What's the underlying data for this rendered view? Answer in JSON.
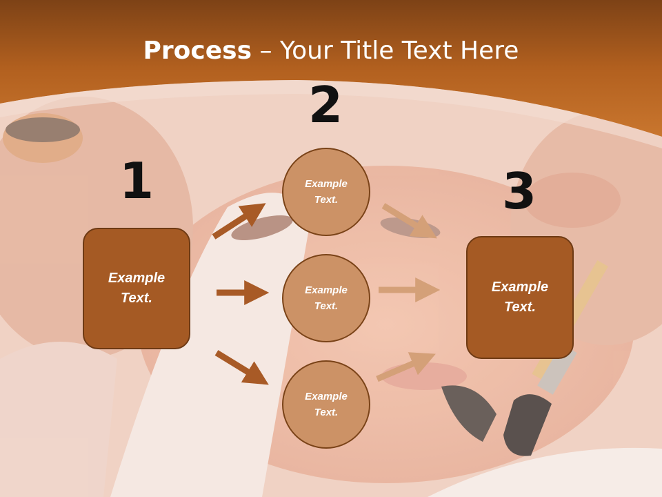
{
  "slide": {
    "title_bold": "Process",
    "title_rest": " – Your Title Text Here",
    "colors": {
      "header_brown": "#b86526",
      "box_fill": "#a55a24",
      "circle_fill": "#cc9266",
      "arrow_dark": "#a85a26",
      "arrow_light": "#d4a078"
    }
  },
  "steps": {
    "n1": "1",
    "n2": "2",
    "n3": "3"
  },
  "nodes": {
    "left_box": "Example\nText.",
    "right_box": "Example\nText.",
    "circle_top": "Example\nText.",
    "circle_mid": "Example\nText.",
    "circle_bot": "Example\nText."
  },
  "background_image": "spa-facial-photo"
}
